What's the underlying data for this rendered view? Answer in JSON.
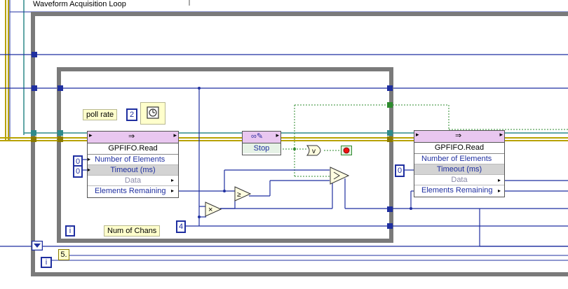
{
  "loop_label": "Waveform Acquisition Loop",
  "notes": {
    "poll_rate": "poll rate",
    "num_of_chans": "Num of Chans"
  },
  "constants": {
    "wait_value": "2",
    "num_elements_left": "0",
    "timeout_left": "0",
    "num_chans_value": "4",
    "timeout_right": "0",
    "outer_const": "5."
  },
  "iteration_label": "i",
  "fifo_left": {
    "title": "GPFIFO.Read",
    "rows": [
      "Number of Elements",
      "Timeout (ms)",
      "Data",
      "Elements Remaining"
    ]
  },
  "fifo_right": {
    "title": "GPFIFO.Read",
    "rows": [
      "Number of Elements",
      "Timeout (ms)",
      "Data",
      "Elements Remaining"
    ]
  },
  "stop_node": {
    "label": "Stop"
  },
  "icons": {
    "wait": "stopwatch-icon",
    "fifo_head": "fifo-arrow-icon",
    "stop_head": "glasses-pencil-icon",
    "stop_indicator": "stop-button-icon",
    "multiply": "multiply-icon",
    "compare": "greater-or-equal-icon",
    "select": "select-icon",
    "or": "or-icon"
  },
  "colors": {
    "frame": "#7a7a7a",
    "wire_blue": "#1f2fa0",
    "wire_teal": "#2f8a8a",
    "wire_green": "#2e8b2e",
    "error_cluster": "#b8a200",
    "node_header": "#e9c7f0"
  }
}
